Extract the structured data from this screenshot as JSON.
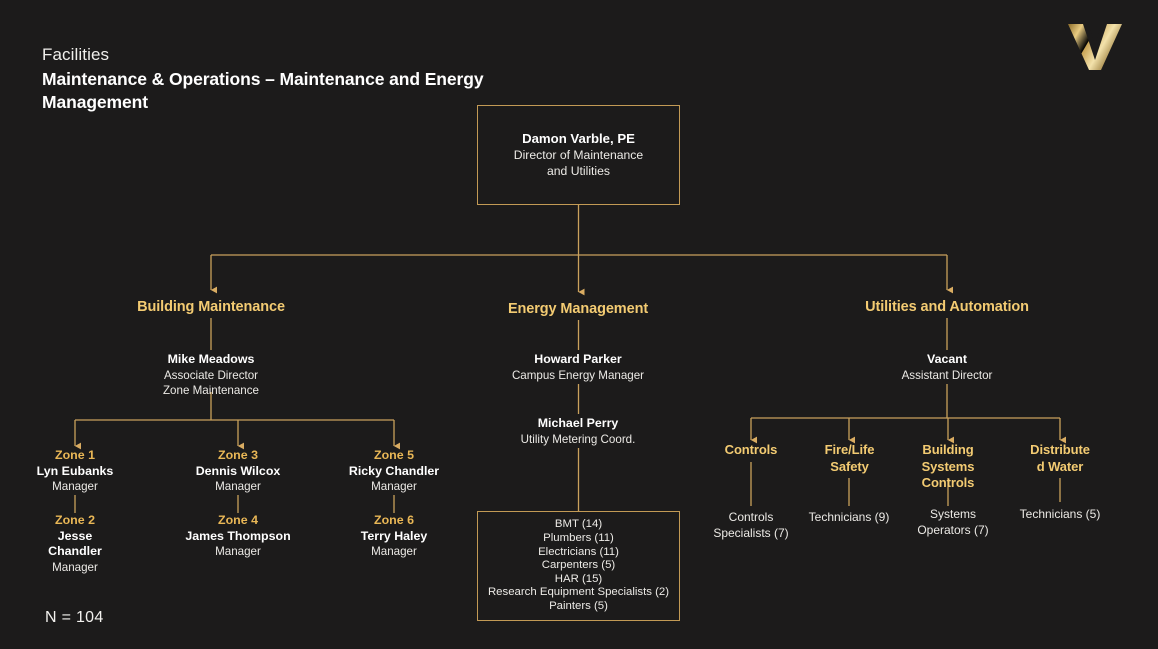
{
  "header": {
    "eyebrow": "Facilities",
    "title_line1": "Maintenance & Operations – Maintenance and Energy",
    "title_line2": "Management"
  },
  "logo": {
    "name": "vanderbilt-v-logo",
    "letter": "V"
  },
  "colors": {
    "background": "#1c1b1b",
    "gold_heading": "#f3cb72",
    "gold_zone": "#e9b756",
    "gold_border": "#c29a55",
    "connector": "#c9a15c",
    "text_white": "#ffffff",
    "text_body": "#eceae6"
  },
  "director": {
    "name": "Damon Varble, PE",
    "role_line1": "Director of Maintenance",
    "role_line2": "and Utilities"
  },
  "departments": [
    {
      "name": "Building Maintenance"
    },
    {
      "name": "Energy Management"
    },
    {
      "name": "Utilities and Automation"
    }
  ],
  "building_maintenance": {
    "lead": {
      "name": "Mike Meadows",
      "role_line1": "Associate Director",
      "role_line2": "Zone Maintenance"
    },
    "zones": [
      {
        "zone": "Zone 1",
        "name": "Lyn Eubanks",
        "title": "Manager"
      },
      {
        "zone": "Zone 2",
        "name_line1": "Jesse",
        "name_line2": "Chandler",
        "title": "Manager"
      },
      {
        "zone": "Zone 3",
        "name": "Dennis Wilcox",
        "title": "Manager"
      },
      {
        "zone": "Zone 4",
        "name": "James Thompson",
        "title": "Manager"
      },
      {
        "zone": "Zone 5",
        "name": "Ricky Chandler",
        "title": "Manager"
      },
      {
        "zone": "Zone 6",
        "name": "Terry Haley",
        "title": "Manager"
      }
    ]
  },
  "energy_management": {
    "lead": {
      "name": "Howard Parker",
      "role": "Campus Energy Manager"
    },
    "second": {
      "name": "Michael Perry",
      "role": "Utility Metering Coord."
    },
    "trades": [
      "BMT (14)",
      "Plumbers (11)",
      "Electricians (11)",
      "Carpenters (5)",
      "HAR (15)",
      "Research Equipment Specialists (2)",
      "Painters (5)"
    ]
  },
  "utilities_automation": {
    "lead": {
      "name": "Vacant",
      "role": "Assistant Director"
    },
    "branches": [
      {
        "name_line1": "Controls",
        "name_line2": "",
        "name_line3": "",
        "staff_line1": "Controls",
        "staff_line2": "Specialists (7)"
      },
      {
        "name_line1": "Fire/Life",
        "name_line2": "Safety",
        "name_line3": "",
        "staff_line1": "Technicians (9)",
        "staff_line2": ""
      },
      {
        "name_line1": "Building",
        "name_line2": "Systems",
        "name_line3": "Controls",
        "staff_line1": "Systems",
        "staff_line2": "Operators (7)"
      },
      {
        "name_line1": "Distribute",
        "name_line2": "d Water",
        "name_line3": "",
        "staff_line1": "Technicians (5)",
        "staff_line2": ""
      }
    ]
  },
  "footer": {
    "total": "N = 104"
  }
}
